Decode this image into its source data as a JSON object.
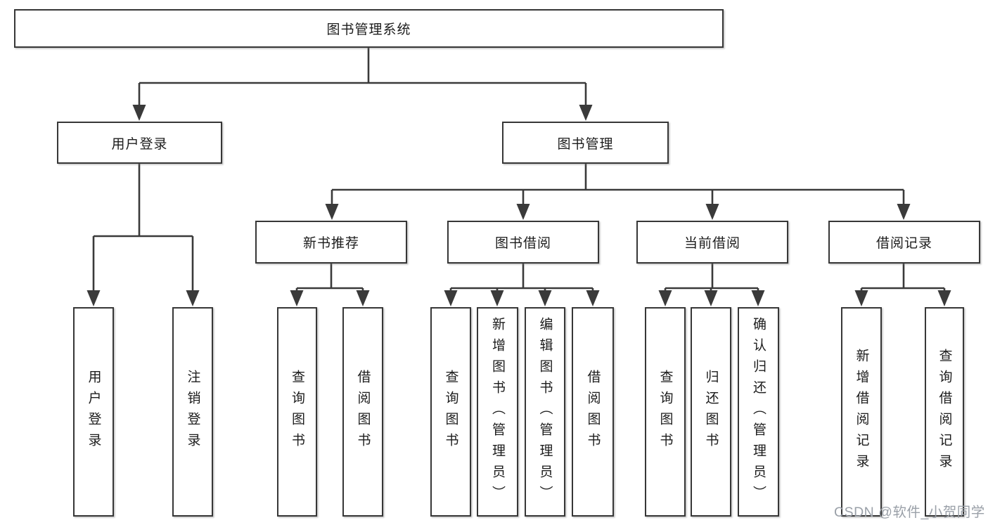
{
  "root": {
    "label": "图书管理系统"
  },
  "level2": {
    "user_login": {
      "label": "用户登录"
    },
    "book_mgmt": {
      "label": "图书管理"
    }
  },
  "level3": {
    "new_book_rec": {
      "label": "新书推荐"
    },
    "book_borrow": {
      "label": "图书借阅"
    },
    "current_borrow": {
      "label": "当前借阅"
    },
    "borrow_record": {
      "label": "借阅记录"
    }
  },
  "leaves": {
    "user_login": "用户登录",
    "logout": "注销登录",
    "rec_query_book": "查询图书",
    "rec_borrow_book": "借阅图书",
    "bb_query_book": "查询图书",
    "bb_add_book": "新增图书（管理员）",
    "bb_edit_book": "编辑图书（管理员）",
    "bb_borrow_book": "借阅图书",
    "cb_query_book": "查询图书",
    "cb_return_book": "归还图书",
    "cb_confirm_return": "确认归还（管理员）",
    "br_add_record": "新增借阅记录",
    "br_query_record": "查询借阅记录"
  },
  "watermark": {
    "text": "CSDN @软件_小贺同学"
  },
  "colors": {
    "line": "#3a3a3a",
    "box_border": "#373737",
    "text": "#1c1c1c",
    "watermark": "#9aa0a8",
    "background": "#ffffff"
  }
}
